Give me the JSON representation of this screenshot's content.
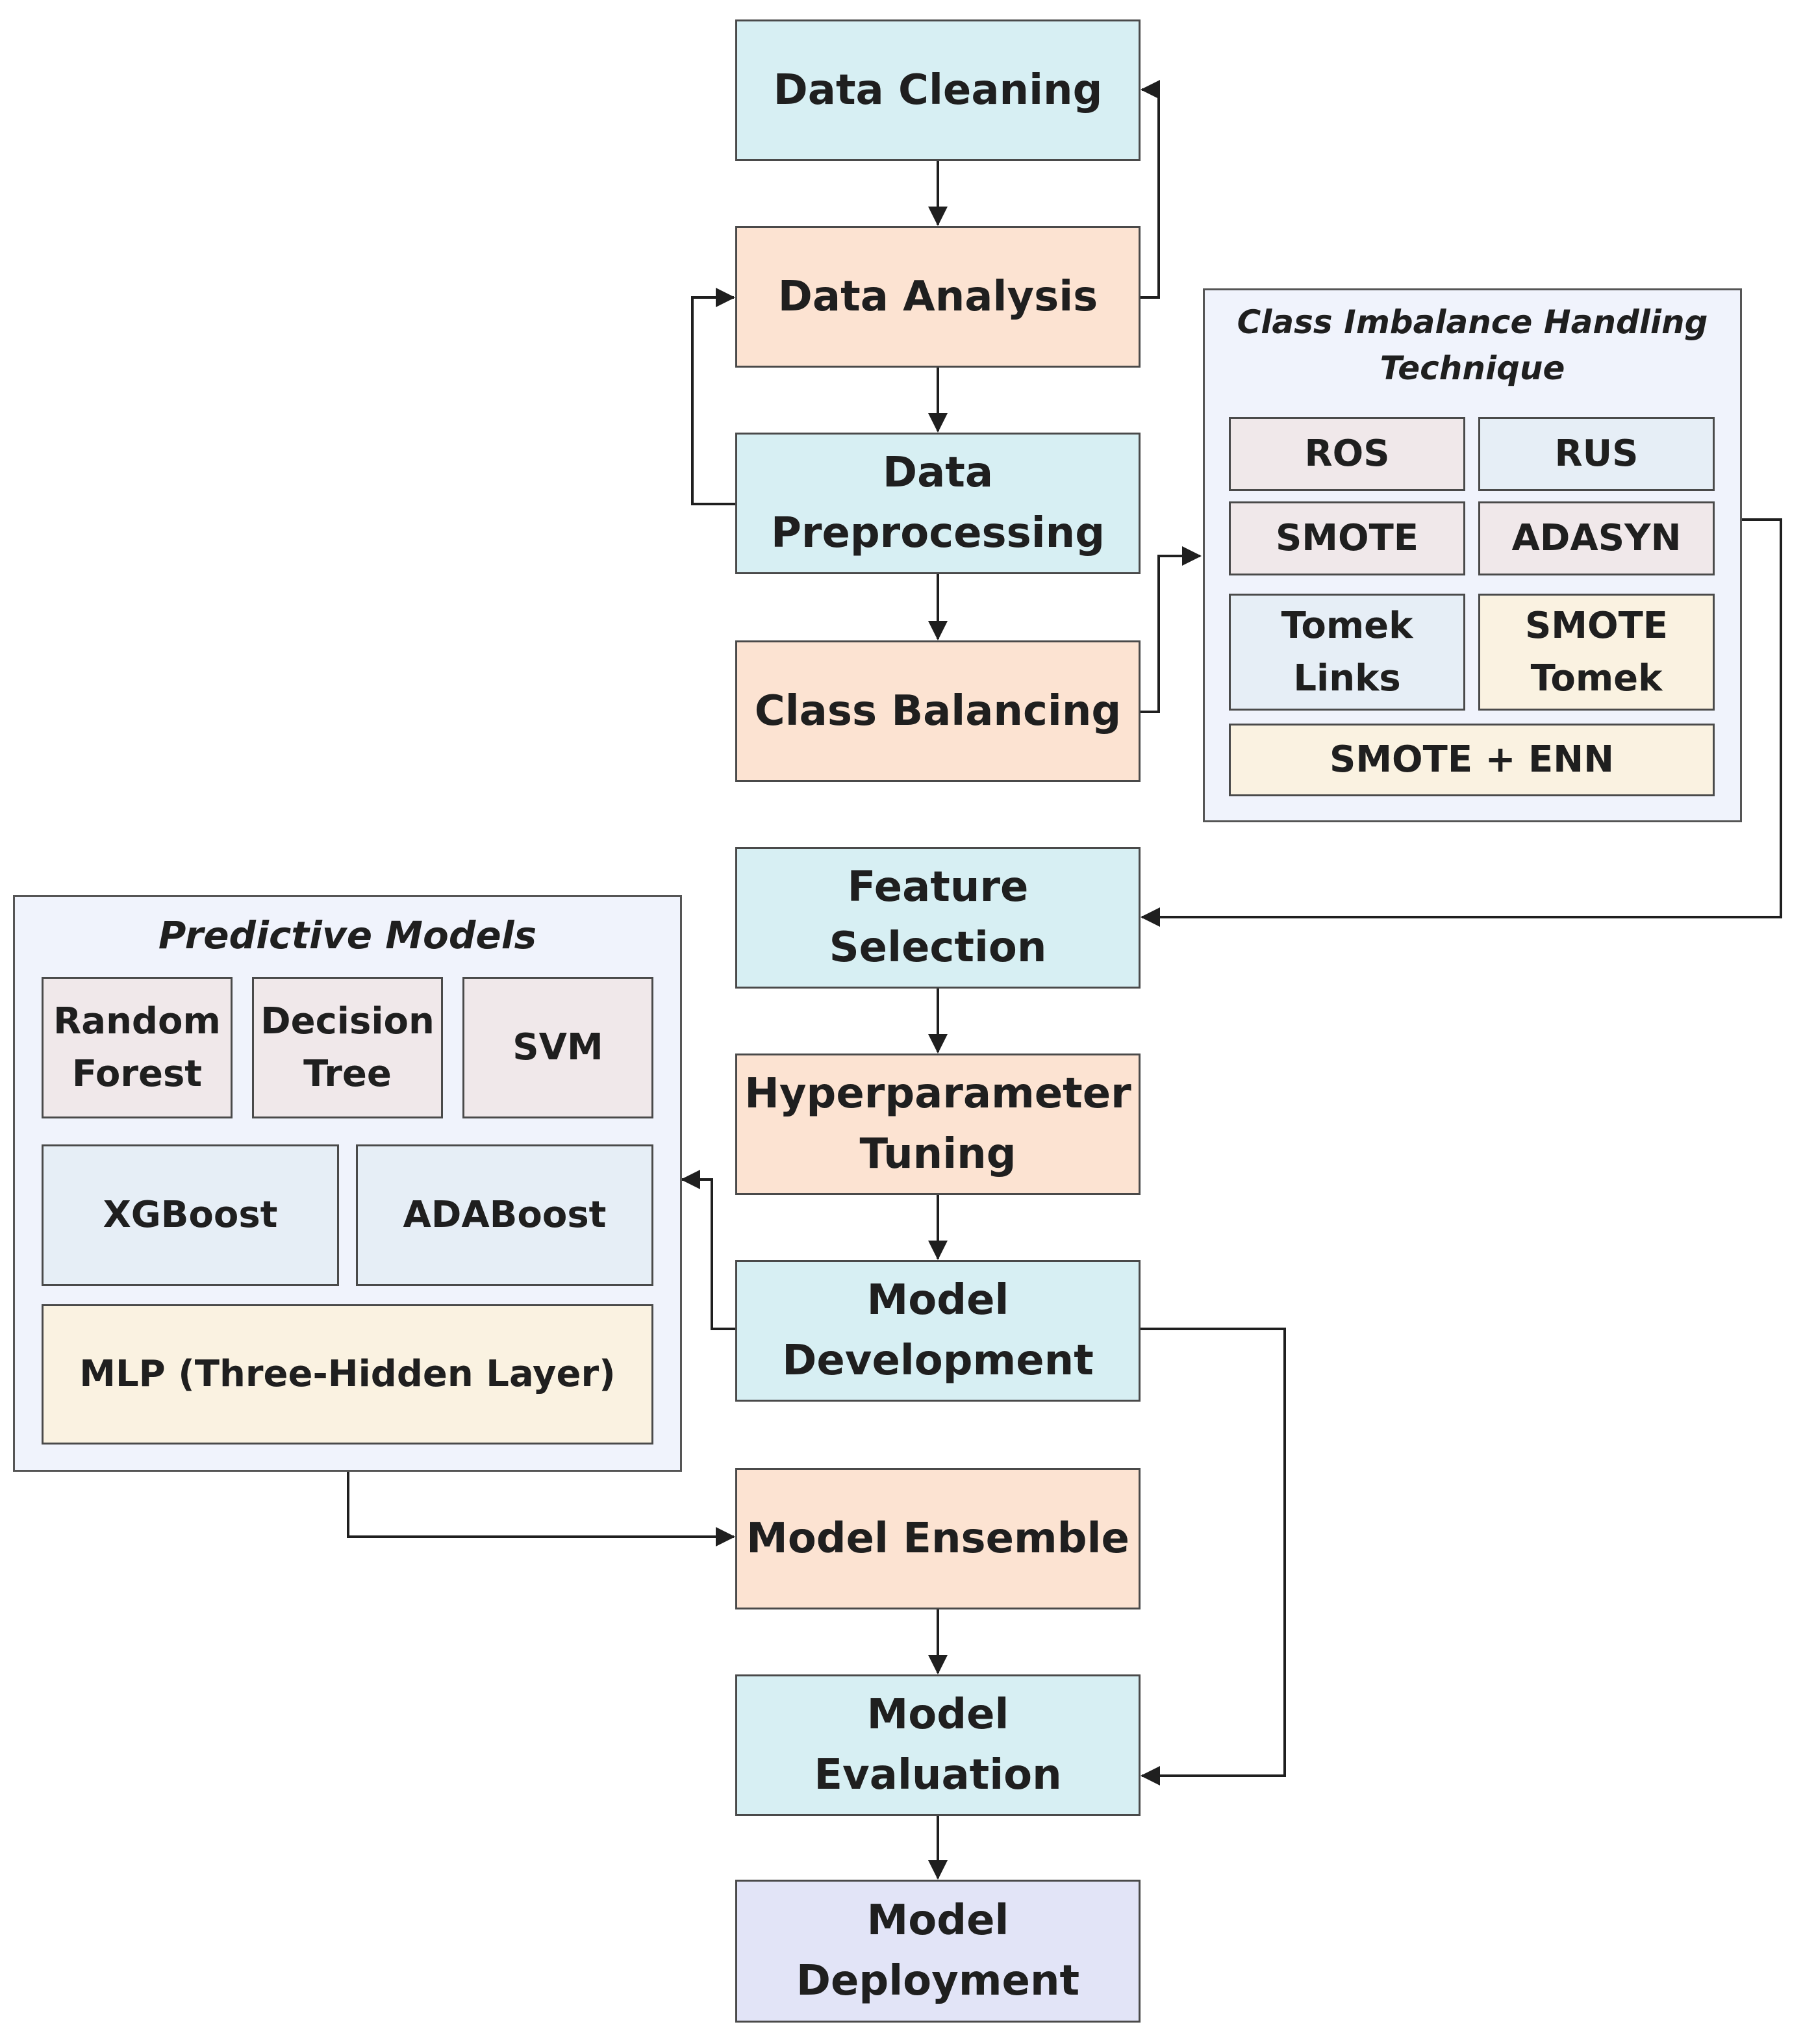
{
  "process_steps": [
    {
      "id": "data-cleaning",
      "lines": [
        "Data Cleaning"
      ]
    },
    {
      "id": "data-analysis",
      "lines": [
        "Data Analysis"
      ]
    },
    {
      "id": "data-preprocessing",
      "lines": [
        "Data",
        "Preprocessing"
      ]
    },
    {
      "id": "class-balancing",
      "lines": [
        "Class Balancing"
      ]
    },
    {
      "id": "feature-selection",
      "lines": [
        "Feature Selection"
      ]
    },
    {
      "id": "hyperparameter-tuning",
      "lines": [
        "Hyperparameter",
        "Tuning"
      ]
    },
    {
      "id": "model-development",
      "lines": [
        "Model",
        "Development"
      ]
    },
    {
      "id": "model-ensemble",
      "lines": [
        "Model Ensemble"
      ]
    },
    {
      "id": "model-evaluation",
      "lines": [
        "Model",
        "Evaluation"
      ]
    },
    {
      "id": "model-deployment",
      "lines": [
        "Model",
        "Deployment"
      ]
    }
  ],
  "class_imbalance_panel": {
    "title_lines": [
      "Class Imbalance Handling",
      "Technique"
    ],
    "techniques": [
      {
        "lines": [
          "ROS"
        ]
      },
      {
        "lines": [
          "RUS"
        ]
      },
      {
        "lines": [
          "SMOTE"
        ]
      },
      {
        "lines": [
          "ADASYN"
        ]
      },
      {
        "lines": [
          "Tomek",
          "Links"
        ]
      },
      {
        "lines": [
          "SMOTE",
          "Tomek"
        ]
      },
      {
        "lines": [
          "SMOTE + ENN"
        ]
      }
    ]
  },
  "predictive_models_panel": {
    "title": "Predictive Models",
    "models": [
      {
        "lines": [
          "Random",
          "Forest"
        ]
      },
      {
        "lines": [
          "Decision",
          "Tree"
        ]
      },
      {
        "lines": [
          "SVM"
        ]
      },
      {
        "lines": [
          "XGBoost"
        ]
      },
      {
        "lines": [
          "ADABoost"
        ]
      },
      {
        "lines": [
          "MLP (Three-Hidden Layer)"
        ]
      }
    ]
  },
  "colors": {
    "cyan_fill": "#d7eff3",
    "peach_fill": "#fce3d2",
    "lavender_fill": "#e2e4f7",
    "panel_fill": "#f0f3fc",
    "pink_fill": "#f0e8ea",
    "blue_fill": "#e6eef6",
    "cream_fill": "#faf2e1",
    "line": "#1f1f1f"
  }
}
